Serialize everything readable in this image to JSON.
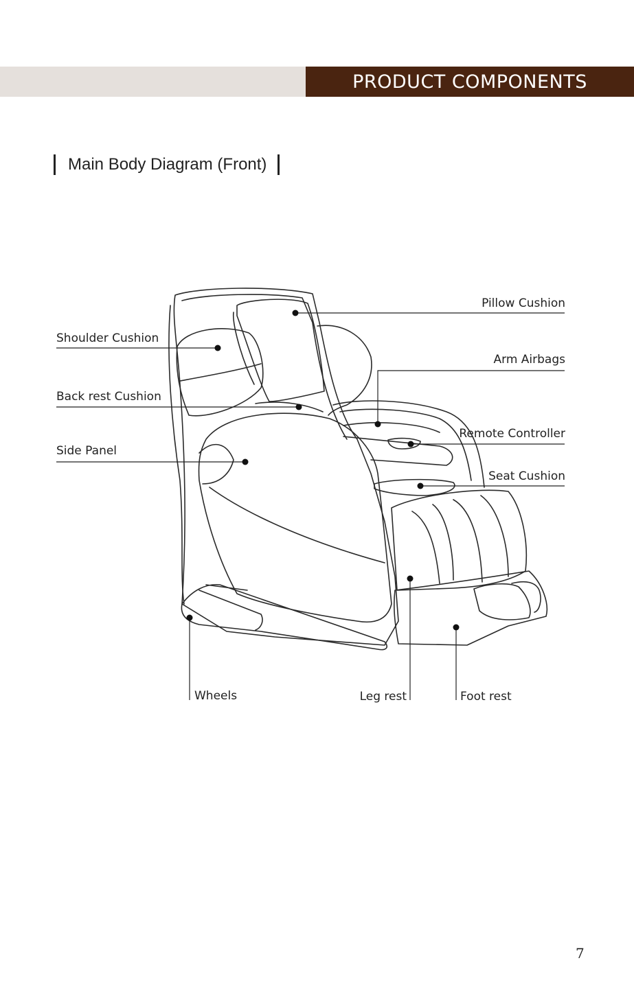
{
  "header": {
    "title": "PRODUCT COMPONENTS"
  },
  "section": {
    "heading": "Main Body Diagram (Front)"
  },
  "labels": {
    "pillow_cushion": "Pillow Cushion",
    "shoulder_cushion": "Shoulder Cushion",
    "arm_airbags": "Arm Airbags",
    "back_rest_cushion": "Back rest Cushion",
    "remote_controller": "Remote Controller",
    "side_panel": "Side Panel",
    "seat_cushion": "Seat Cushion",
    "wheels": "Wheels",
    "leg_rest": "Leg rest",
    "foot_rest": "Foot rest"
  },
  "page": {
    "number": "7"
  },
  "colors": {
    "title_bar": "#4a2410",
    "header_band": "#e5e0dc",
    "line": "#222222"
  }
}
